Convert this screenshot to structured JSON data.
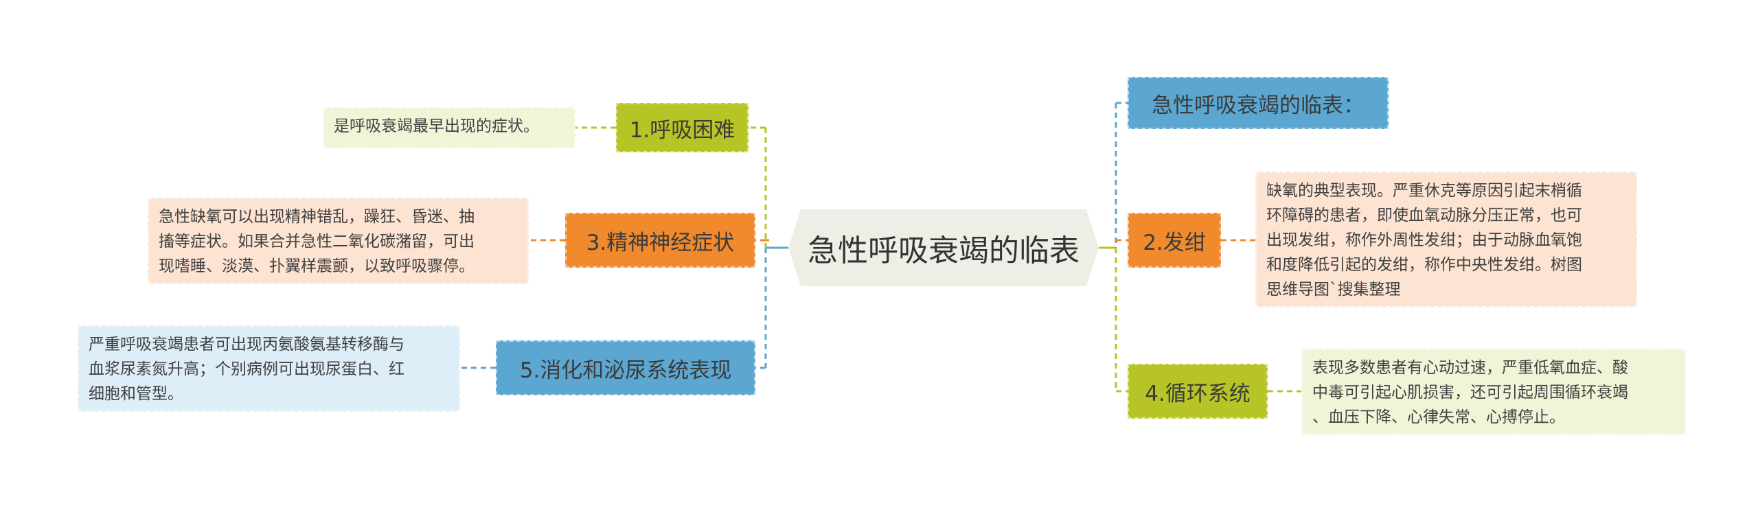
{
  "center": {
    "label": "急性呼吸衰竭的临表"
  },
  "colors": {
    "lime": "#b7c425",
    "orange": "#f08a2c",
    "blue": "#5ba7d1",
    "lime_pale": "#f1f5d8",
    "orange_pale": "#fde3d2",
    "blue_pale": "#ddeef8",
    "center_bg": "#eeeee6"
  },
  "left": [
    {
      "label": "1.呼吸困难",
      "note": [
        "是呼吸衰竭最早出现的症状。"
      ]
    },
    {
      "label": "3.精神神经症状",
      "note": [
        "急性缺氧可以出现精神错乱，躁狂、昏迷、抽",
        "搐等症状。如果合并急性二氧化碳潴留，可出",
        "现嗜睡、淡漠、扑翼样震颤，以致呼吸骤停。"
      ]
    },
    {
      "label": "5.消化和泌尿系统表现",
      "note": [
        "严重呼吸衰竭患者可出现丙氨酸氨基转移酶与",
        "血浆尿素氮升高；个别病例可出现尿蛋白、红",
        "细胞和管型。"
      ]
    }
  ],
  "right": [
    {
      "label": "急性呼吸衰竭的临表："
    },
    {
      "label": "2.发绀",
      "note": [
        "缺氧的典型表现。严重休克等原因引起末梢循",
        "环障碍的患者，即使血氧动脉分压正常，也可",
        "出现发绀，称作外周性发绀；由于动脉血氧饱",
        "和度降低引起的发绀，称作中央性发绀。树图",
        "思维导图`搜集整理"
      ]
    },
    {
      "label": "4.循环系统",
      "note": [
        "表现多数患者有心动过速，严重低氧血症、酸",
        "中毒可引起心肌损害，还可引起周围循环衰竭",
        "、血压下降、心律失常、心搏停止。"
      ]
    }
  ]
}
